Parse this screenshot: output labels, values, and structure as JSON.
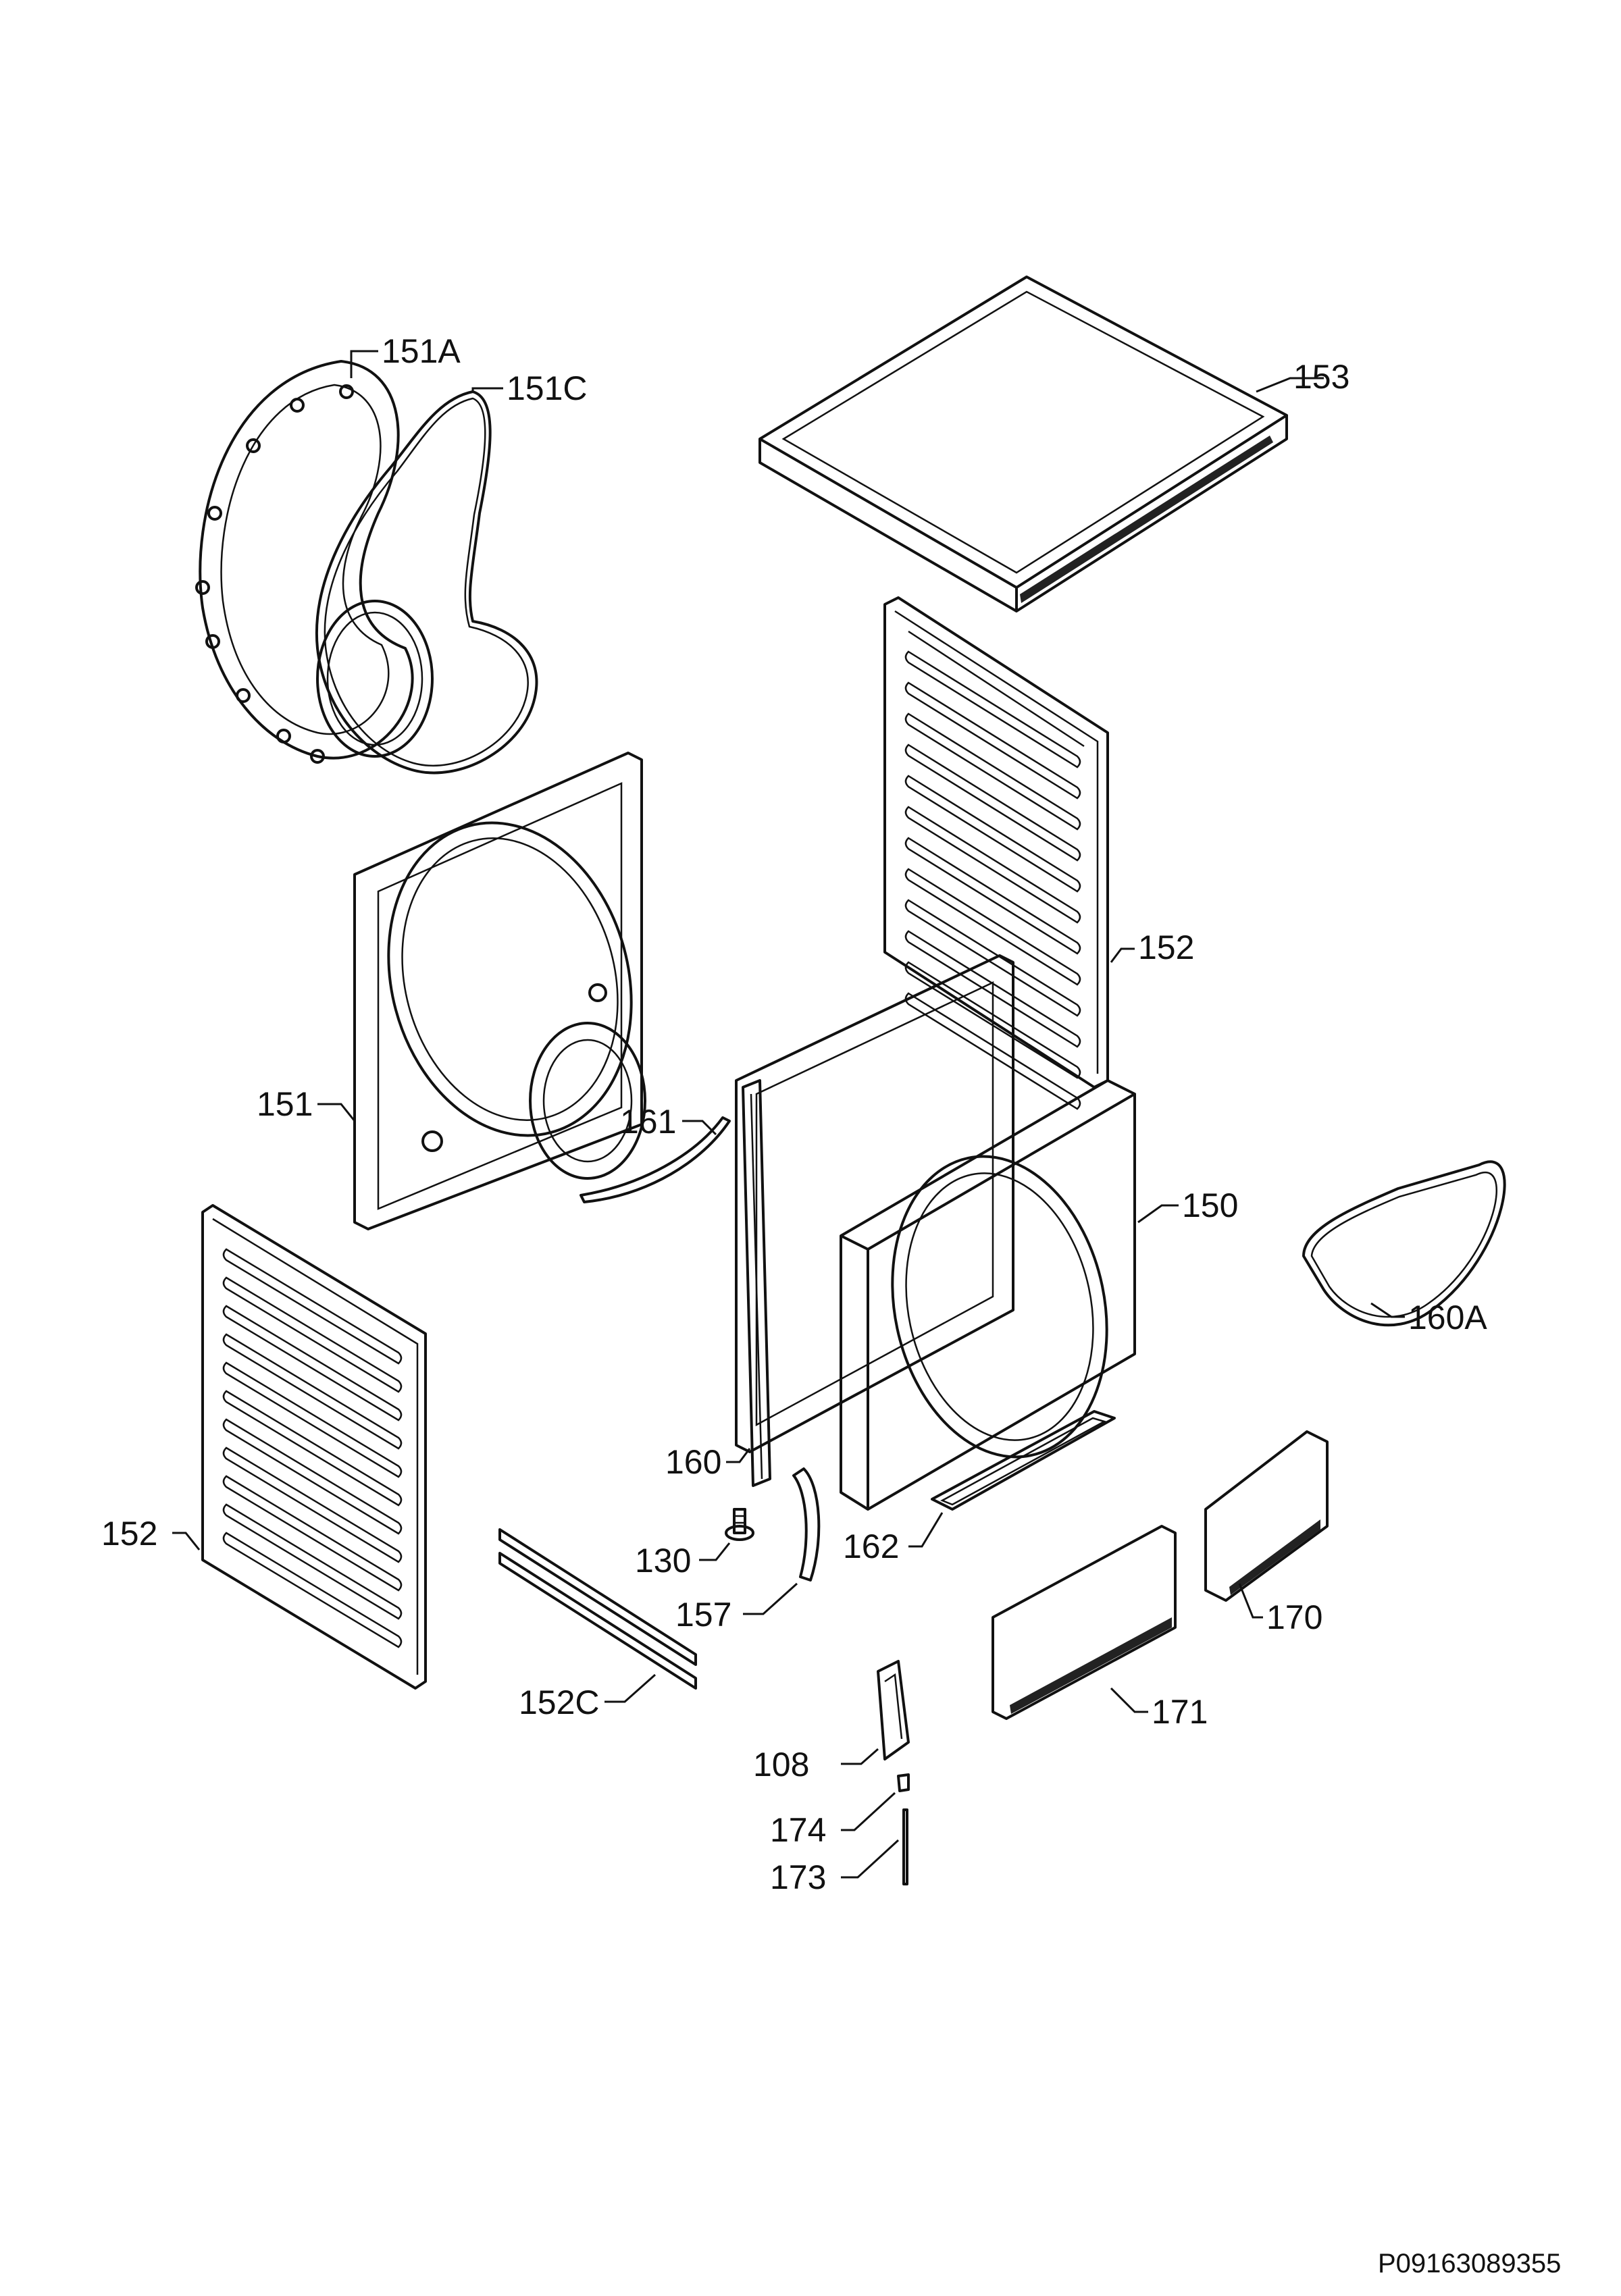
{
  "diagram": {
    "labels": {
      "l151A": "151A",
      "l151C": "151C",
      "l153": "153",
      "l152_right": "152",
      "l151": "151",
      "l161": "161",
      "l150": "150",
      "l160A": "160A",
      "l160": "160",
      "l152_left": "152",
      "l130": "130",
      "l162": "162",
      "l157": "157",
      "l170": "170",
      "l152C": "152C",
      "l171": "171",
      "l108": "108",
      "l174": "174",
      "l173": "173"
    },
    "document_id": "P09163089355"
  }
}
